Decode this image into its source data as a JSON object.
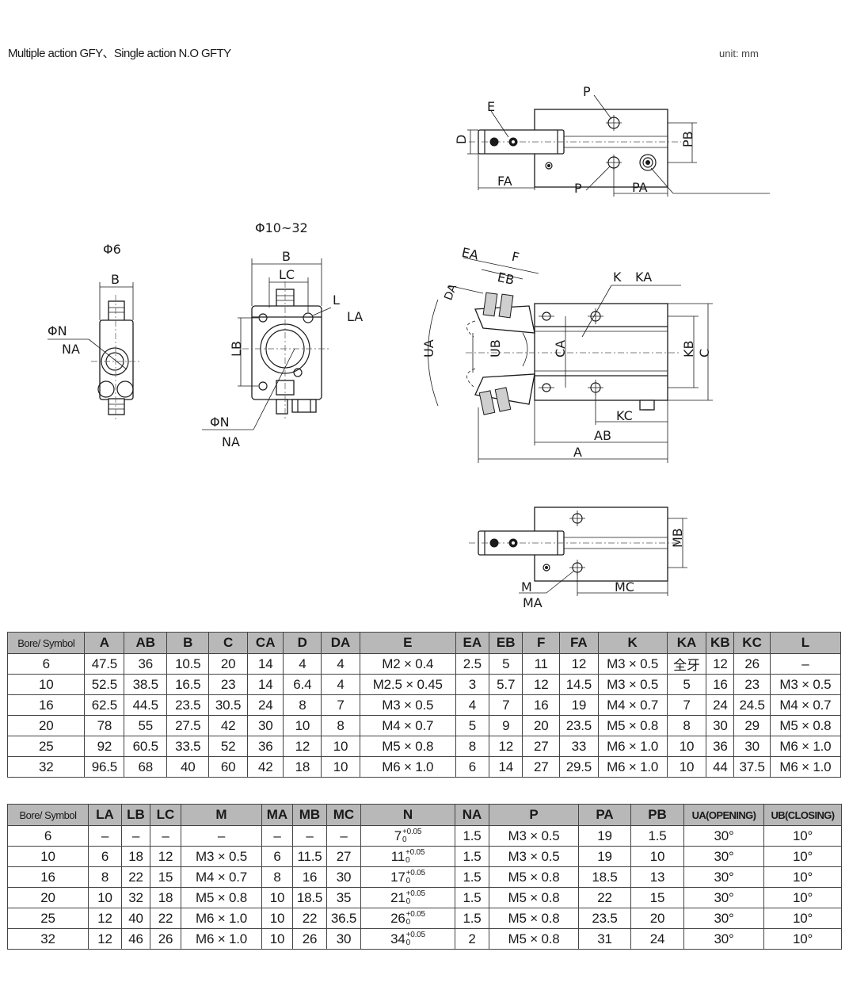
{
  "header": {
    "title": "Multiple action GFY、Single action N.O GFTY",
    "unit": "unit:  mm"
  },
  "drawing": {
    "bore_small": "Φ6",
    "bore_large": "Φ10~32",
    "labels": [
      "E",
      "P",
      "D",
      "PB",
      "FA",
      "P",
      "PA",
      "B",
      "ΦN",
      "NA",
      "B",
      "LC",
      "L",
      "LA",
      "LB",
      "ΦN",
      "NA",
      "EA",
      "F",
      "EB",
      "DA",
      "K",
      "KA",
      "UA",
      "UB",
      "CA",
      "KB",
      "C",
      "KC",
      "AB",
      "A",
      "MB",
      "M",
      "MA",
      "MC"
    ]
  },
  "table1": {
    "headers": [
      "Bore/ Symbol",
      "A",
      "AB",
      "B",
      "C",
      "CA",
      "D",
      "DA",
      "E",
      "EA",
      "EB",
      "F",
      "FA",
      "K",
      "KA",
      "KB",
      "KC",
      "L"
    ],
    "rows": [
      [
        "6",
        "47.5",
        "36",
        "10.5",
        "20",
        "14",
        "4",
        "4",
        "M2 × 0.4",
        "2.5",
        "5",
        "11",
        "12",
        "M3 × 0.5",
        "全牙",
        "12",
        "26",
        "–"
      ],
      [
        "10",
        "52.5",
        "38.5",
        "16.5",
        "23",
        "14",
        "6.4",
        "4",
        "M2.5 × 0.45",
        "3",
        "5.7",
        "12",
        "14.5",
        "M3 × 0.5",
        "5",
        "16",
        "23",
        "M3 × 0.5"
      ],
      [
        "16",
        "62.5",
        "44.5",
        "23.5",
        "30.5",
        "24",
        "8",
        "7",
        "M3 × 0.5",
        "4",
        "7",
        "16",
        "19",
        "M4 × 0.7",
        "7",
        "24",
        "24.5",
        "M4 × 0.7"
      ],
      [
        "20",
        "78",
        "55",
        "27.5",
        "42",
        "30",
        "10",
        "8",
        "M4 × 0.7",
        "5",
        "9",
        "20",
        "23.5",
        "M5 × 0.8",
        "8",
        "30",
        "29",
        "M5 × 0.8"
      ],
      [
        "25",
        "92",
        "60.5",
        "33.5",
        "52",
        "36",
        "12",
        "10",
        "M5 × 0.8",
        "8",
        "12",
        "27",
        "33",
        "M6 × 1.0",
        "10",
        "36",
        "30",
        "M6 × 1.0"
      ],
      [
        "32",
        "96.5",
        "68",
        "40",
        "60",
        "42",
        "18",
        "10",
        "M6 × 1.0",
        "6",
        "14",
        "27",
        "29.5",
        "M6 × 1.0",
        "10",
        "44",
        "37.5",
        "M6 × 1.0"
      ]
    ]
  },
  "table2": {
    "headers": [
      "Bore/ Symbol",
      "LA",
      "LB",
      "LC",
      "M",
      "MA",
      "MB",
      "MC",
      "N",
      "NA",
      "P",
      "PA",
      "PB",
      "UA(OPENING)",
      "UB(CLOSING)"
    ],
    "rows": [
      [
        "6",
        "–",
        "–",
        "–",
        "–",
        "–",
        "–",
        "–",
        "7",
        "1.5",
        "M3 × 0.5",
        "19",
        "1.5",
        "30°",
        "10°"
      ],
      [
        "10",
        "6",
        "18",
        "12",
        "M3 × 0.5",
        "6",
        "11.5",
        "27",
        "11",
        "1.5",
        "M3 × 0.5",
        "19",
        "10",
        "30°",
        "10°"
      ],
      [
        "16",
        "8",
        "22",
        "15",
        "M4 × 0.7",
        "8",
        "16",
        "30",
        "17",
        "1.5",
        "M5 × 0.8",
        "18.5",
        "13",
        "30°",
        "10°"
      ],
      [
        "20",
        "10",
        "32",
        "18",
        "M5 × 0.8",
        "10",
        "18.5",
        "35",
        "21",
        "1.5",
        "M5 × 0.8",
        "22",
        "15",
        "30°",
        "10°"
      ],
      [
        "25",
        "12",
        "40",
        "22",
        "M6 × 1.0",
        "10",
        "22",
        "36.5",
        "26",
        "1.5",
        "M5 × 0.8",
        "23.5",
        "20",
        "30°",
        "10°"
      ],
      [
        "32",
        "12",
        "46",
        "26",
        "M6 × 1.0",
        "10",
        "26",
        "30",
        "34",
        "2",
        "M5 × 0.8",
        "31",
        "24",
        "30°",
        "10°"
      ]
    ],
    "tolerance_upper": "+0.05",
    "tolerance_lower": "0"
  }
}
